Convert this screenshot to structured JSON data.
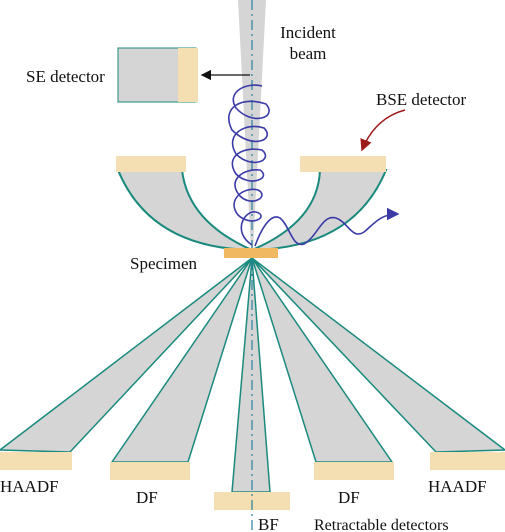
{
  "labels": {
    "incident_beam_line1": "Incident",
    "incident_beam_line2": "beam",
    "se_detector": "SE detector",
    "bse_detector": "BSE detector",
    "specimen": "Specimen",
    "haadf_left": "HAADF",
    "df_left": "DF",
    "bf": "BF",
    "df_right": "DF",
    "haadf_right": "HAADF",
    "retractable": "Retractable detectors"
  },
  "colors": {
    "detector_fill": "#f3dfb2",
    "cone_fill": "#d5d5d5",
    "outline": "#1a8a7e",
    "spiral": "#3b3ba8",
    "specimen": "#f0b860",
    "axis": "#2a7f9e",
    "pointer": "#9e1b1b"
  }
}
